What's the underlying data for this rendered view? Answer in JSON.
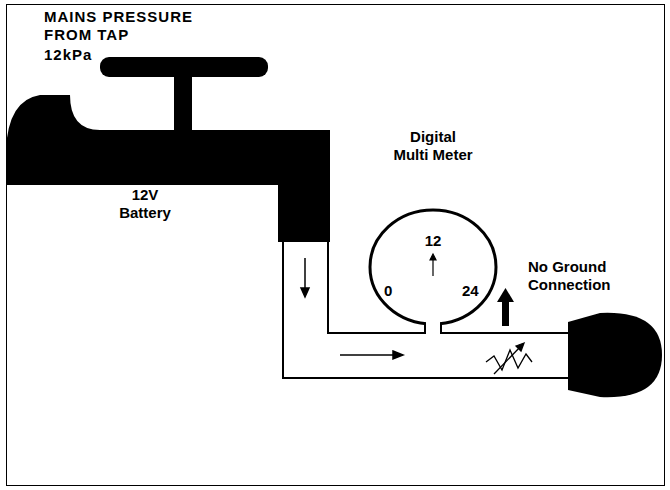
{
  "diagram": {
    "nodes": [
      {
        "text": [
          "12V Battery"
        ]
      },
      {
        "text": [
          "Digital Multi Meter",
          "12",
          "0",
          "24"
        ]
      }
    ],
    "labels": [
      "MAINS PRESSURE FROM TAP",
      "12kPa",
      "No Ground Connection"
    ]
  }
}
